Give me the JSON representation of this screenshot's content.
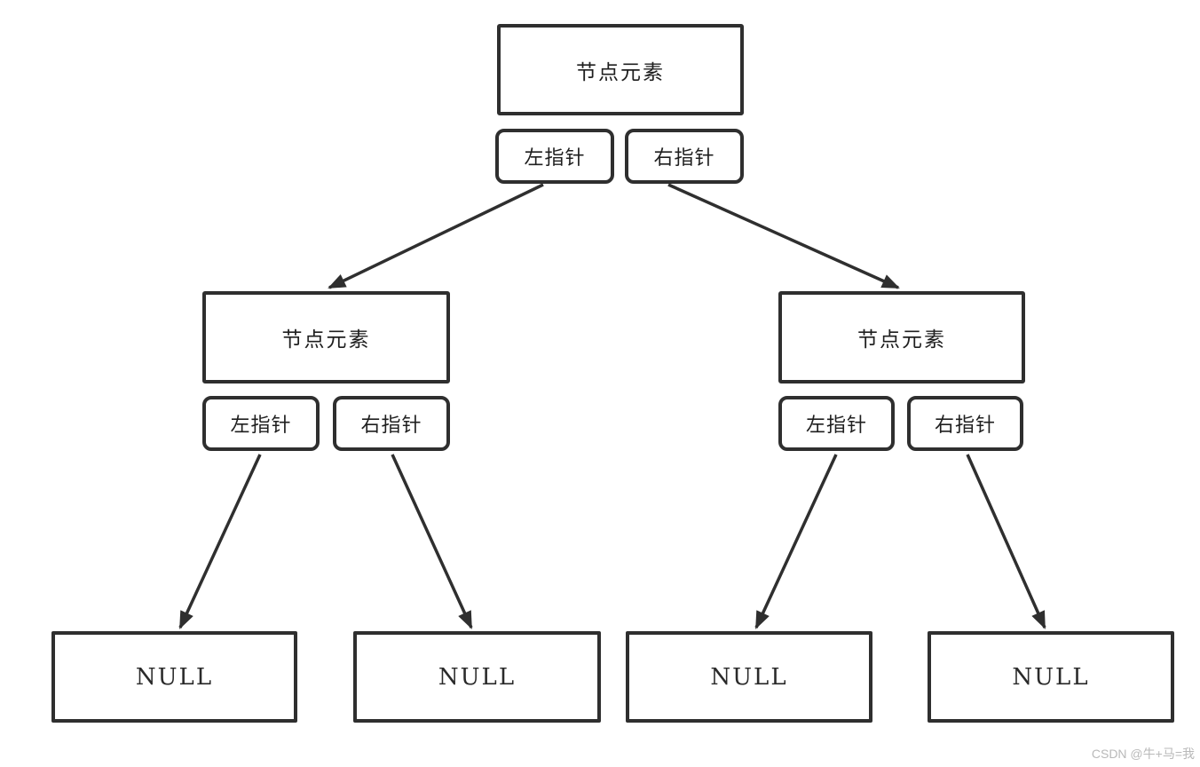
{
  "colors": {
    "background": "#ffffff",
    "stroke": "#2f2f2f",
    "text": "#1f1f1f",
    "watermark": "#b9b9b9"
  },
  "nodes": {
    "root": {
      "label": "节点元素",
      "left_pointer_label": "左指针",
      "right_pointer_label": "右指针"
    },
    "left_child": {
      "label": "节点元素",
      "left_pointer_label": "左指针",
      "right_pointer_label": "右指针"
    },
    "right_child": {
      "label": "节点元素",
      "left_pointer_label": "左指针",
      "right_pointer_label": "右指针"
    },
    "nulls": {
      "null_1": "NULL",
      "null_2": "NULL",
      "null_3": "NULL",
      "null_4": "NULL"
    }
  },
  "watermark": {
    "text": "CSDN @牛+马=我"
  }
}
